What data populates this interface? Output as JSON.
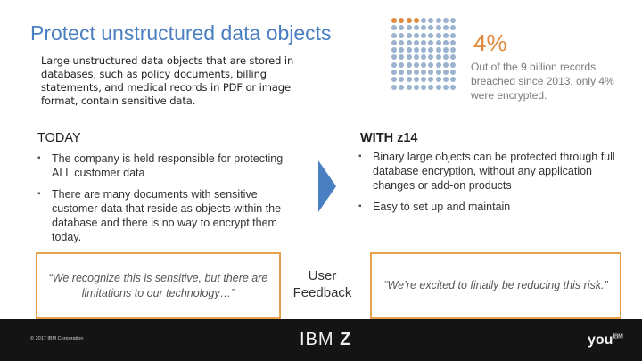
{
  "slide": {
    "title": "Protect unstructured data objects",
    "intro": "Large unstructured data objects that are stored in databases, such as policy documents, billing statements, and medical records in PDF or image format, contain sensitive data."
  },
  "stat": {
    "value": "4%",
    "description": "Out of the 9 billion records breached since 2013, only 4% were encrypted.",
    "grid_rows": 10,
    "grid_cols": 9,
    "highlighted_dots": 4,
    "highlight_color": "#e08a3c",
    "dot_color": "#9bb3cf"
  },
  "today": {
    "heading": "TODAY",
    "bullets": [
      "The company is held responsible for protecting ALL customer data",
      "There are many documents with sensitive customer data that reside as objects within the database and there is no way to encrypt them today."
    ],
    "quote": "“We recognize this is sensitive, but there are limitations to our technology…”"
  },
  "z14": {
    "heading": "WITH z14",
    "bullets": [
      "Binary large objects can be protected through full database encryption, without any application changes or add-on products",
      "Easy to set up and maintain"
    ],
    "quote": "“We’re excited to finally be reducing this risk.”"
  },
  "feedback_label": "User Feedback",
  "footer": {
    "copyright": "© 2017 IBM Corporation",
    "brand_light": "IBM",
    "brand_bold": "Z",
    "tagline": "you",
    "tagline_mark": "IBM"
  },
  "colors": {
    "accent_blue": "#4a7fc1",
    "accent_orange": "#e08a3c",
    "quote_border": "#e8a04c",
    "footer_bg": "#141414"
  }
}
